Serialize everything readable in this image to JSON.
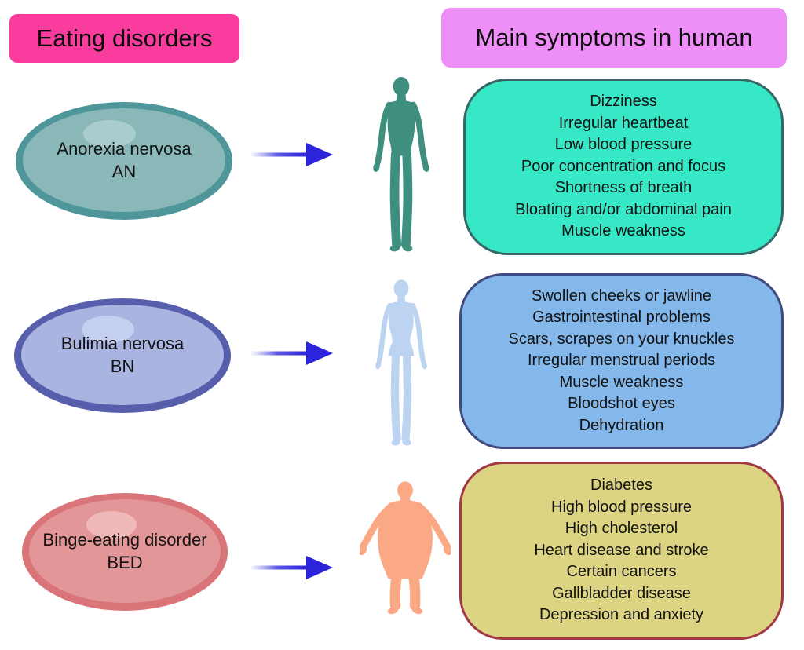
{
  "headers": {
    "left": "Eating disorders",
    "right": "Main symptoms in human"
  },
  "rows": [
    {
      "disorder": "Anorexia nervosa",
      "abbreviation": "AN",
      "figure": "thin-human",
      "symptoms": [
        "Dizziness",
        "Irregular heartbeat",
        "Low blood pressure",
        "Poor concentration and focus",
        "Shortness of breath",
        "Bloating and/or abdominal pain",
        "Muscle weakness"
      ]
    },
    {
      "disorder": "Bulimia nervosa",
      "abbreviation": "BN",
      "figure": "slim-female-human",
      "symptoms": [
        "Swollen cheeks or jawline",
        "Gastrointestinal problems",
        "Scars, scrapes on your knuckles",
        "Irregular menstrual periods",
        "Muscle weakness",
        "Bloodshot eyes",
        "Dehydration"
      ]
    },
    {
      "disorder": "Binge-eating disorder",
      "abbreviation": "BED",
      "figure": "overweight-human",
      "symptoms": [
        "Diabetes",
        "High blood pressure",
        "High cholesterol",
        "Heart disease and stroke",
        "Certain cancers",
        "Gallbladder disease",
        "Depression and anxiety"
      ]
    }
  ],
  "colors": {
    "header_left_bg": "#F93C9D",
    "header_right_bg": "#EE8FF7",
    "arrow": "#2B24DB",
    "row1": {
      "ellipse_ring": "#4E969A",
      "ellipse_fill": "#8AB8B9",
      "figure": "#3E8F7D",
      "box_fill": "#37E8C7",
      "box_border": "#356867"
    },
    "row2": {
      "ellipse_ring": "#575EAB",
      "ellipse_fill": "#A9B4E0",
      "figure": "#BCD3F2",
      "box_fill": "#84B7EA",
      "box_border": "#3F4B7E"
    },
    "row3": {
      "ellipse_ring": "#D97479",
      "ellipse_fill": "#E29698",
      "figure": "#FBA885",
      "box_fill": "#DDD483",
      "box_border": "#A33845"
    }
  }
}
